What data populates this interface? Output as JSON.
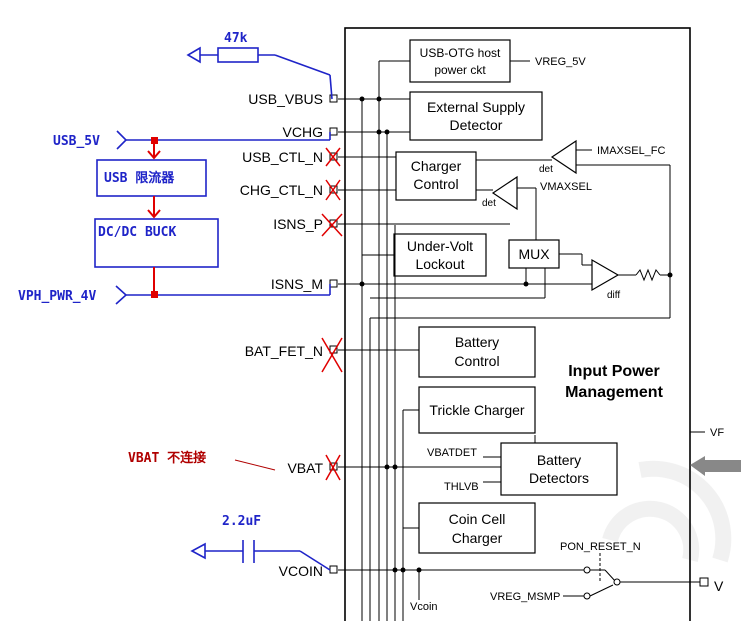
{
  "annotations": {
    "r47k": "47k",
    "usb_5v": "USB_5V",
    "usb_limiter": "USB 限流器",
    "dcdc_buck": "DC/DC BUCK",
    "vph_pwr": "VPH_PWR_4V",
    "vbat_note": "VBAT 不连接",
    "cap_2_2uf": "2.2uF"
  },
  "pins": {
    "usb_vbus": "USB_VBUS",
    "vchg": "VCHG",
    "usb_ctl_n": "USB_CTL_N",
    "chg_ctl_n": "CHG_CTL_N",
    "isns_p": "ISNS_P",
    "isns_m": "ISNS_M",
    "bat_fet_n": "BAT_FET_N",
    "vbat": "VBAT",
    "vcoin": "VCOIN"
  },
  "blocks": {
    "usb_otg_line1": "USB-OTG host",
    "usb_otg_line2": "power ckt",
    "ext_supply_line1": "External Supply",
    "ext_supply_line2": "Detector",
    "charger_line1": "Charger",
    "charger_line2": "Control",
    "uvlo_line1": "Under-Volt",
    "uvlo_line2": "Lockout",
    "mux": "MUX",
    "battery_ctrl_line1": "Battery",
    "battery_ctrl_line2": "Control",
    "trickle": "Trickle Charger",
    "bat_det_line1": "Battery",
    "bat_det_line2": "Detectors",
    "coin_line1": "Coin Cell",
    "coin_line2": "Charger",
    "ipm_line1": "Input Power",
    "ipm_line2": "Management"
  },
  "signals": {
    "vreg_5v": "VREG_5V",
    "imaxsel_fc": "IMAXSEL_FC",
    "vmaxsel": "VMAXSEL",
    "det1": "det",
    "det2": "det",
    "diff": "diff",
    "vbatdet": "VBATDET",
    "thlvb": "THLVB",
    "pon_reset_n": "PON_RESET_N",
    "vreg_msmp": "VREG_MSMP",
    "vcoin_node": "Vcoin",
    "vf_cut": "VF",
    "v_cut": "V"
  },
  "colors": {
    "blue": "#1f24c8",
    "red": "#e00000",
    "dark_red": "#b00000",
    "black": "#000000",
    "grey_arrow": "#888888"
  }
}
